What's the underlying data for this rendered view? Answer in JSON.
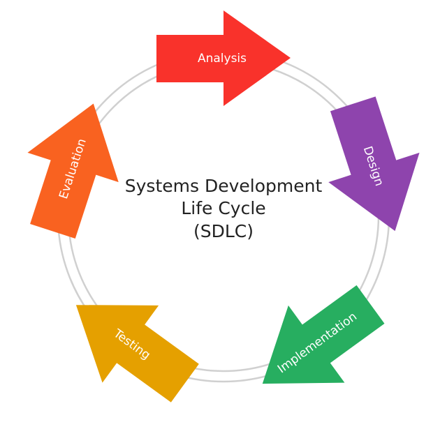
{
  "diagram": {
    "title_lines": [
      "Systems Development",
      "Life Cycle",
      "(SDLC)"
    ],
    "ring_color": "#d0d0d0",
    "text_color": "#222222",
    "stages": [
      {
        "label": "Analysis",
        "color": "#f9322b"
      },
      {
        "label": "Design",
        "color": "#8e44ad"
      },
      {
        "label": "Implementation",
        "color": "#27ae60"
      },
      {
        "label": "Testing",
        "color": "#e5a000"
      },
      {
        "label": "Evaluation",
        "color": "#f96220"
      }
    ]
  }
}
